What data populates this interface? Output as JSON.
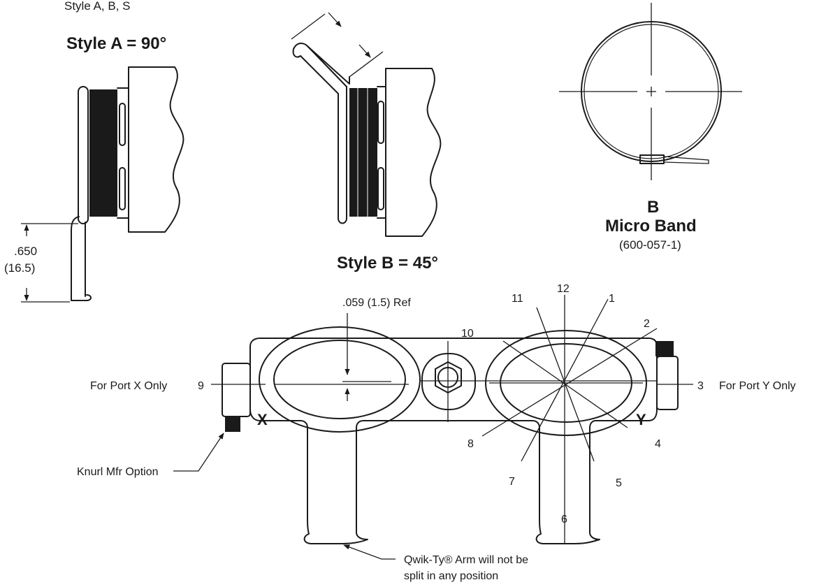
{
  "header": {
    "styles_text": "Style A, B, S"
  },
  "style_a": {
    "title": "Style A = 90°",
    "dim_in": ".650",
    "dim_mm": "(16.5)"
  },
  "style_b": {
    "title": "Style B = 45°"
  },
  "micro_band": {
    "letter": "B",
    "name": "Micro Band",
    "part": "(600-057-1)"
  },
  "fitting": {
    "ref_dim": ".059 (1.5) Ref",
    "port_x_label": "For Port X Only",
    "port_y_label": "For Port Y Only",
    "port_x_letter": "X",
    "port_y_letter": "Y",
    "knurl_label": "Knurl Mfr Option",
    "arm_note_line1": "Qwik-Ty® Arm will not be",
    "arm_note_line2": "split in any position",
    "clock": [
      "12",
      "1",
      "2",
      "3",
      "4",
      "5",
      "6",
      "7",
      "8",
      "9",
      "10",
      "11"
    ]
  }
}
